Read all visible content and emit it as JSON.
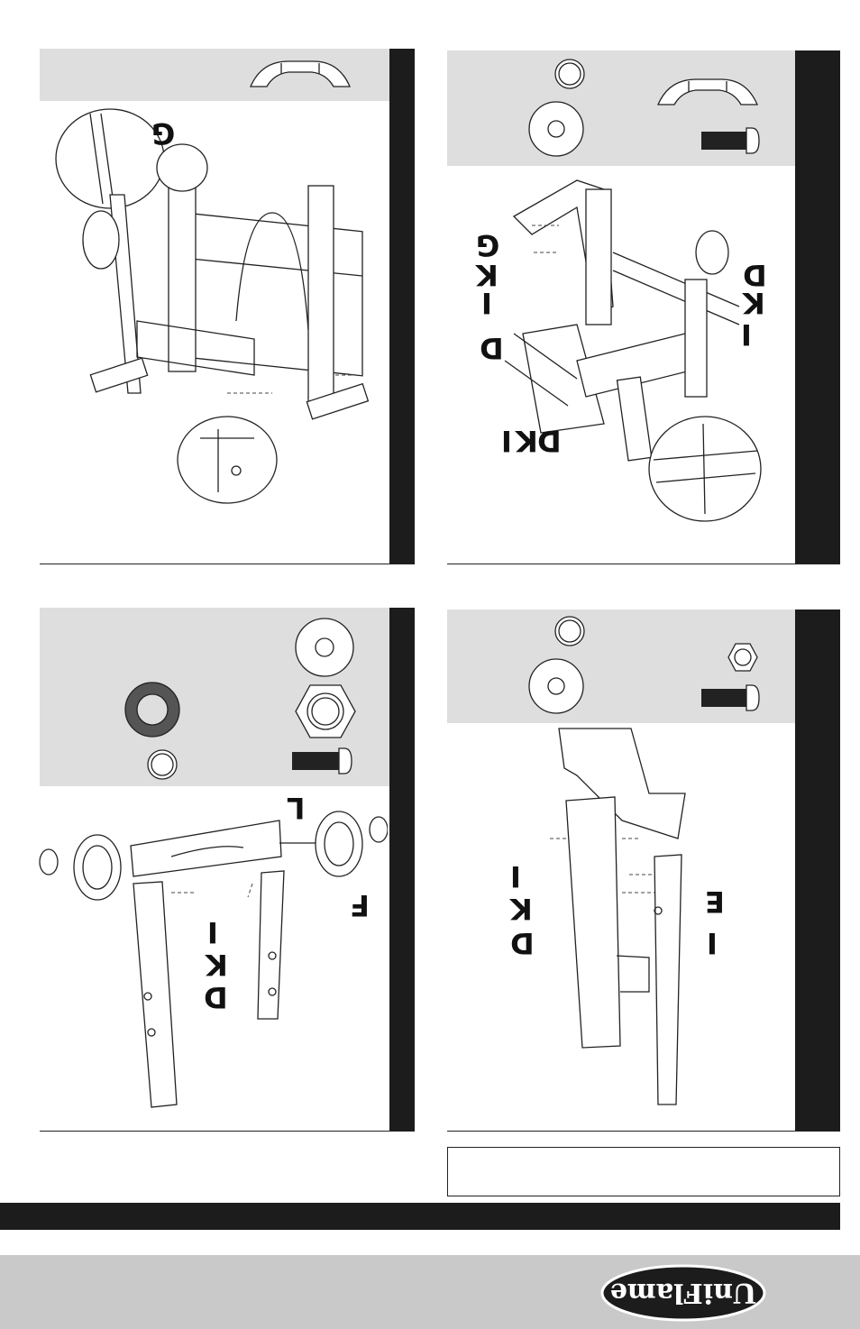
{
  "panels": {
    "top_left": {
      "labels": [
        "G"
      ]
    },
    "top_right": {
      "labels": [
        "G",
        "K",
        "I",
        "D",
        "D",
        "K",
        "I",
        "D",
        "K",
        "I"
      ]
    },
    "bottom_left": {
      "labels": [
        "L",
        "F",
        "I",
        "K",
        "D"
      ]
    },
    "bottom_right": {
      "labels": [
        "I",
        "K",
        "D",
        "E",
        "I"
      ]
    }
  },
  "brand": {
    "logo_text": "UniFlame"
  },
  "colors": {
    "band": "#dedede",
    "dark": "#1c1c1c",
    "footer": "#c9c9c9"
  }
}
